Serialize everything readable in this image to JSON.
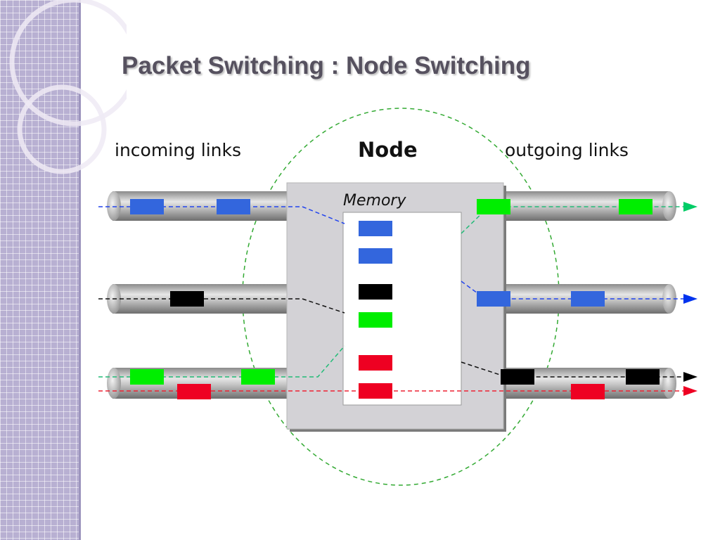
{
  "slide": {
    "title": "Packet Switching : Node Switching"
  },
  "diagram": {
    "incoming_label": "incoming links",
    "node_label": "Node",
    "outgoing_label": "outgoing links",
    "memory_label": "Memory"
  },
  "colors": {
    "blue": "#3366dd",
    "black": "#000000",
    "green": "#00ee00",
    "red": "#ee0022",
    "cyan_green": "#22bb77",
    "boundary": "#33aa33",
    "sidebar": "#b8b0d2"
  },
  "links": {
    "incoming": [
      {
        "line": "blue",
        "packets": [
          "blue",
          "blue"
        ]
      },
      {
        "line": "black",
        "packets": [
          "black"
        ]
      },
      {
        "line": "green",
        "packets": [
          "green",
          "green"
        ]
      },
      {
        "line": "red",
        "packets": [
          "red"
        ]
      }
    ],
    "outgoing": [
      {
        "line": "green",
        "packets": [
          "green",
          "green"
        ]
      },
      {
        "line": "blue",
        "packets": [
          "blue",
          "blue"
        ]
      },
      {
        "line": "black",
        "packets": [
          "black",
          "black"
        ]
      },
      {
        "line": "red",
        "packets": [
          "red"
        ]
      }
    ]
  },
  "memory_buffer": [
    "blue",
    "blue",
    "black",
    "green",
    "red",
    "red"
  ]
}
